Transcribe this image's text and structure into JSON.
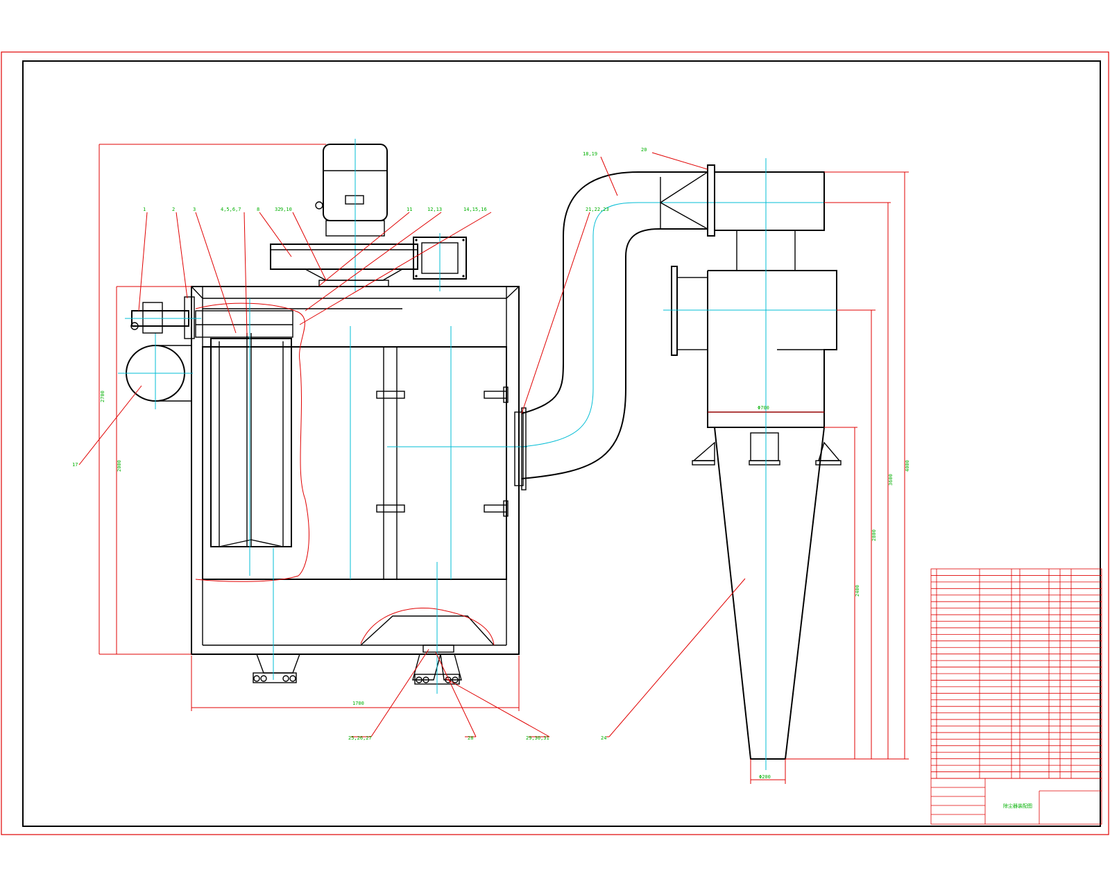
{
  "drawing": {
    "title_block_name": "除尘器装配图"
  },
  "leader_labels": {
    "l1": "1",
    "l2": "2",
    "l3": "3",
    "l4": "4,5,6,7",
    "l5": "8",
    "l6": "9,10",
    "l7": "11",
    "l8": "12,13",
    "l9": "14,15,16",
    "l10": "17",
    "l11": "18,19",
    "l12": "20",
    "l13": "21,22,23",
    "l14": "24",
    "l15": "25,26,27",
    "l16": "28",
    "l17": "29,30,31",
    "l18": "32"
  },
  "dimensions": {
    "d_width": "1700",
    "d_height_left": "2700",
    "d_body_height": "2000",
    "d_cyclone_dia": "Φ700",
    "d_outlet": "Φ200",
    "d_total_right": "4000",
    "d_h2": "3600",
    "d_h3": "2800",
    "d_h4": "2400"
  },
  "colors": {
    "frame": "#e00000",
    "outline": "#000000",
    "centerline": "#00bcd4",
    "text": "#00b000"
  },
  "icons": {
    "motor": "motor-icon",
    "bag-filter": "filter-bag-icon",
    "cyclone": "cyclone-separator-icon"
  }
}
